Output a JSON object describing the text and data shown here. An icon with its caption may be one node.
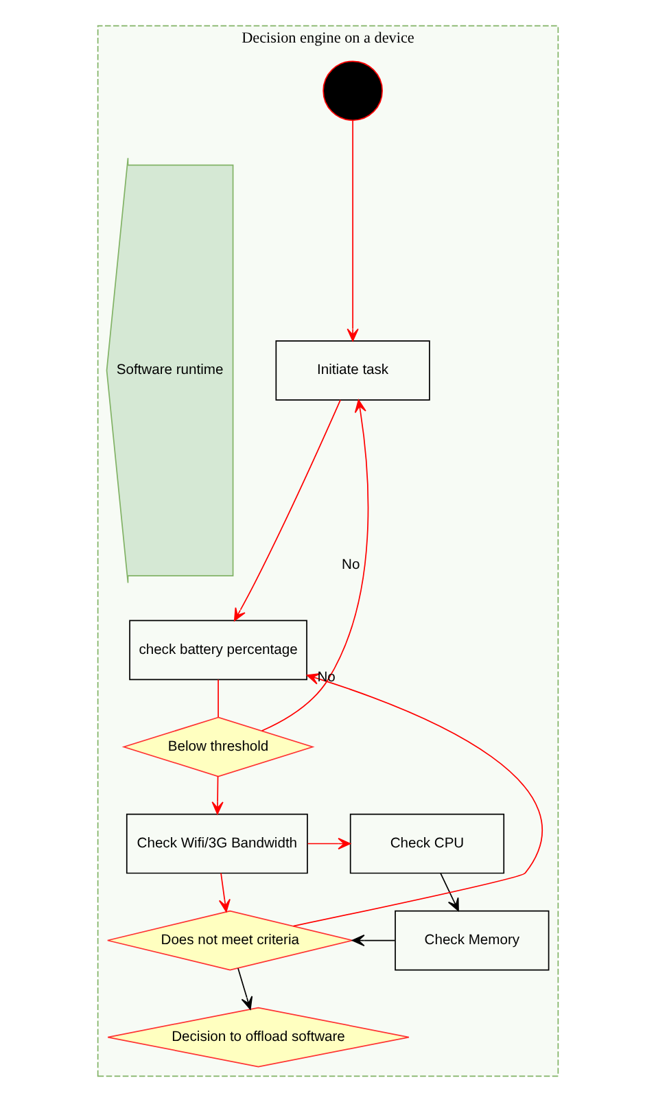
{
  "diagram": {
    "nodes": [
      {
        "text": [
          "Decision engine on a device"
        ]
      },
      {
        "text": [],
        "shape": "circle",
        "in": 0
      },
      {
        "text": [
          "Initiate task"
        ],
        "in": 0
      },
      {
        "text": [
          "check battery percentage"
        ],
        "in": 0
      },
      {
        "text": [
          "Below threshold"
        ],
        "in": 0
      },
      {
        "text": [
          "Check Wifi/3G Bandwidth"
        ],
        "in": 0
      },
      {
        "text": [
          "Check CPU"
        ],
        "in": 0
      },
      {
        "text": [
          "Check Memory"
        ],
        "in": 0
      },
      {
        "text": [
          "Does not meet criteria"
        ],
        "in": 0
      },
      {
        "text": [
          "Decision to offload software"
        ],
        "in": 0
      },
      {
        "text": [
          "Software runtime"
        ],
        "in": 0
      }
    ],
    "edges": [
      {
        "from": 1,
        "to": 2,
        "arrow": "to"
      },
      {
        "from": 2,
        "to": 3,
        "arrow": "to"
      },
      {
        "from": 3,
        "to": 4,
        "arrow": "none"
      },
      {
        "from": 4,
        "to": 2,
        "arrow": "to",
        "label": "No"
      },
      {
        "from": 4,
        "to": 5,
        "arrow": "to"
      },
      {
        "from": 5,
        "to": 6,
        "arrow": "to"
      },
      {
        "from": 5,
        "to": 8,
        "arrow": "to"
      },
      {
        "from": 6,
        "to": 7,
        "arrow": "to",
        "color": "#000000"
      },
      {
        "from": 7,
        "to": 8,
        "arrow": "to",
        "color": "#000000"
      },
      {
        "from": 8,
        "to": 3,
        "arrow": "to",
        "label": "No"
      },
      {
        "from": 8,
        "to": 9,
        "arrow": "to",
        "color": "#000000"
      }
    ]
  }
}
